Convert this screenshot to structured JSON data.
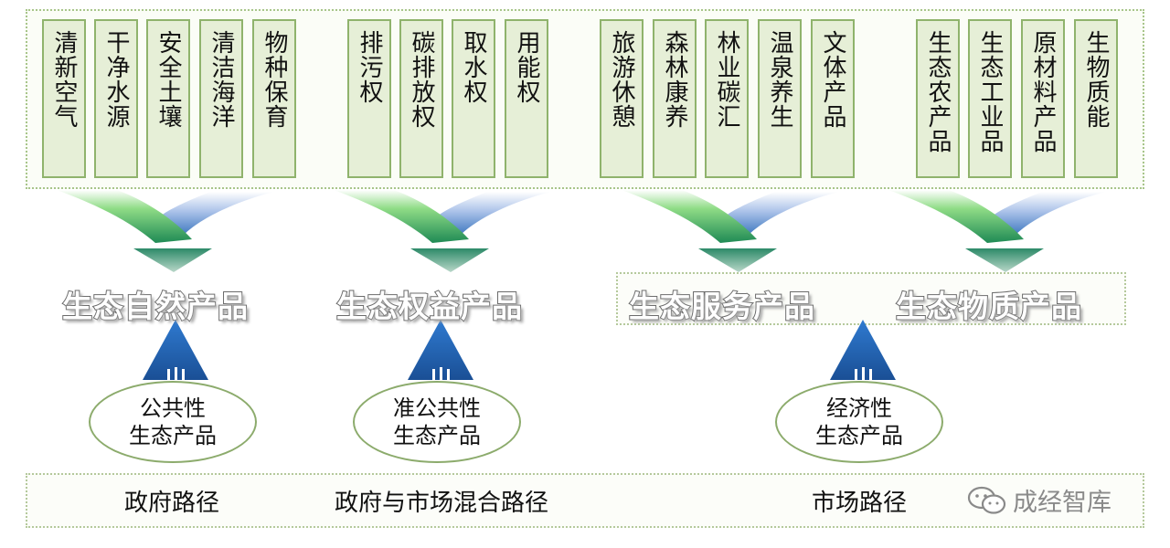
{
  "top_groups": [
    {
      "name": "nature",
      "items": [
        "清新空气",
        "干净水源",
        "安全土壤",
        "清洁海洋",
        "物种保育"
      ]
    },
    {
      "name": "rights",
      "items": [
        "排污权",
        "碳排放权",
        "取水权",
        "用能权"
      ]
    },
    {
      "name": "services",
      "items": [
        "旅游休憩",
        "森林康养",
        "林业碳汇",
        "温泉养生",
        "文体产品"
      ]
    },
    {
      "name": "material",
      "items": [
        "生态农产品",
        "生态工业品",
        "原材料产品",
        "生物质能"
      ]
    }
  ],
  "products": {
    "nature": "生态自然产品",
    "rights": "生态权益产品",
    "services": "生态服务产品",
    "material": "生态物质产品"
  },
  "types": {
    "public": {
      "line1": "公共性",
      "line2": "生态产品"
    },
    "quasi": {
      "line1": "准公共性",
      "line2": "生态产品"
    },
    "economic": {
      "line1": "经济性",
      "line2": "生态产品"
    }
  },
  "paths": {
    "government": "政府路径",
    "mixed": "政府与市场混合路径",
    "market": "市场路径"
  },
  "watermark": "成经智库",
  "colors": {
    "green": "#2e9c4e",
    "blue": "#2f73c4",
    "border": "#8fb36c",
    "cell": "#e6efd7"
  }
}
